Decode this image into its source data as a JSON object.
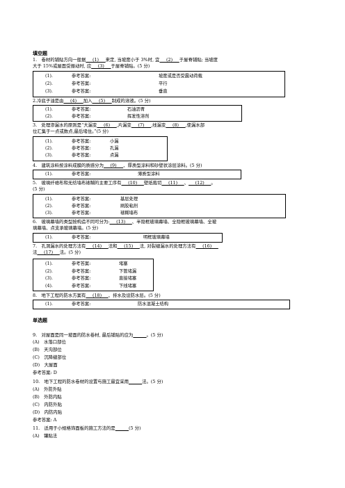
{
  "sections": {
    "fill_title": "填空题",
    "single_title": "单选题"
  },
  "fill": [
    {
      "text1": "1.　卷材的铺贴方向一般据",
      "b1": "___(1)___",
      "text2": "来定, 当坡度小于 3%时, 宜",
      "b2": "___(2)___",
      "text3": "于屋脊铺贴; 当坡度",
      "line2a": "大于 15%或屋面受振动时, 应",
      "b3": "___(3)___",
      "line2b": "于屋脊铺贴。(5 分)",
      "answers": [
        {
          "n": "(1).",
          "label": "参考答案:",
          "value": "坡度或是否受震动荷载"
        },
        {
          "n": "(2).",
          "label": "参考答案:",
          "value": "平行"
        },
        {
          "n": "(3).",
          "label": "参考答案:",
          "value": "垂直"
        }
      ]
    },
    {
      "text1": "2.冷底子油是由",
      "b1": "___(4)___",
      "text2": "加入",
      "b2": "___(5)___",
      "text3": "制成的溶液。(5 分)",
      "answers": [
        {
          "n": "(1).",
          "label": "参考答案:",
          "value": "石油沥青"
        },
        {
          "n": "(2).",
          "label": "参考答案:",
          "value": "挥发性溶剂"
        }
      ]
    },
    {
      "text1": "3.　处理渗漏水的原则是“大漏变",
      "b1": "___(6)___",
      "text2": ",片漏变",
      "b2": "___(7)___",
      "text3": ",线漏变",
      "b3": "___(8)___",
      "text4": ",使漏水部",
      "line2": "位汇集于一点或数点,最后堵住。”(5 分)",
      "answers": [
        {
          "n": "(1).",
          "label": "参考答案:",
          "value": "小漏"
        },
        {
          "n": "(2).",
          "label": "参考答案:",
          "value": "孔漏"
        },
        {
          "n": "(3).",
          "label": "参考答案:",
          "value": "点漏"
        }
      ]
    },
    {
      "text1": "4.　建筑涂料按涂料成膜的质感分为",
      "b1": "___(9)___",
      "text2": "、厚质型涂料和砂壁状涂层涂料。(5 分)",
      "answers": [
        {
          "n": "(1).",
          "label": "参考答案:",
          "value": "薄质型涂料"
        }
      ]
    },
    {
      "text1": "5.　玻璃纤维布和无纺墙布裱糊的主要工序有",
      "b1": "___(10)___",
      "text2": "壁纸裁切",
      "b2": "___(11)___",
      "text3": "、",
      "b3": "___(12)___",
      "text4": "。",
      "line2": "(5 分)",
      "answers": [
        {
          "n": "(1).",
          "label": "参考答案:",
          "value": "基层处理"
        },
        {
          "n": "(2).",
          "label": "参考答案:",
          "value": "刷胶粘剂"
        },
        {
          "n": "(3).",
          "label": "参考答案:",
          "value": "裱糊墙布"
        }
      ]
    },
    {
      "text1": "6.　玻璃幕墙的类型按构造不同可分为:",
      "b1": "___(13)___",
      "text2": "、半隐框玻璃幕墙、全隐框玻璃幕墙、全玻",
      "line2": "璃幕墙、点支承玻璃幕墙。(5 分)",
      "answers": [
        {
          "n": "(1).",
          "label": "参考答案:",
          "value": "明框玻璃幕墙"
        }
      ]
    },
    {
      "text1": "7.　孔洞漏水的处理方法有",
      "b1": "___(14)___",
      "text2": "法和",
      "b2": "___(15)___",
      "text3": "法, 对裂缝漏水的处理方法有",
      "b3": "___(16)___",
      "line2a": "法",
      "b4": "___(17)___",
      "line2b": "法。(5 分)",
      "answers": [
        {
          "n": "(1).",
          "label": "参考答案:",
          "value": "堵塞"
        },
        {
          "n": "(2).",
          "label": "参考答案:",
          "value": "下管堵漏"
        },
        {
          "n": "(3).",
          "label": "参考答案:",
          "value": "直接堵塞"
        },
        {
          "n": "(4).",
          "label": "参考答案:",
          "value": "下线堵塞"
        }
      ]
    },
    {
      "text1": "8.　地下工程的防水方案有",
      "b1": "___(18)___",
      "text2": "、排水及设防水层。(5 分)",
      "answers": [
        {
          "n": "(1).",
          "label": "参考答案:",
          "value": "防水混凝土结构"
        }
      ]
    }
  ],
  "single": [
    {
      "stem1": "9.　对屋面是同一坡面的防水卷材, 最后铺贴的应为",
      "blank": "______",
      "stem2": "。(5 分)",
      "options": [
        "(A)　水落口部位",
        "(B)　天沟部位",
        "(C)　沉降缝部位",
        "(D)　大屋面"
      ],
      "answer": "参考答案: D"
    },
    {
      "stem1": "10.　地下工程的防水卷材的设置与施工最宜采用",
      "blank": "______",
      "stem2": "法。(5 分)",
      "options": [
        "(A)　外防外贴",
        "(B)　外防内贴",
        "(C)　内防外贴",
        "(D)　内防内贴"
      ],
      "answer": "参考答案: A"
    },
    {
      "stem1": "11.　适用于小规格饰面板的施工方法的是",
      "blank": "______",
      "stem2": "(5 分)",
      "options": [
        "(A)　镶贴法"
      ],
      "answer": ""
    }
  ]
}
